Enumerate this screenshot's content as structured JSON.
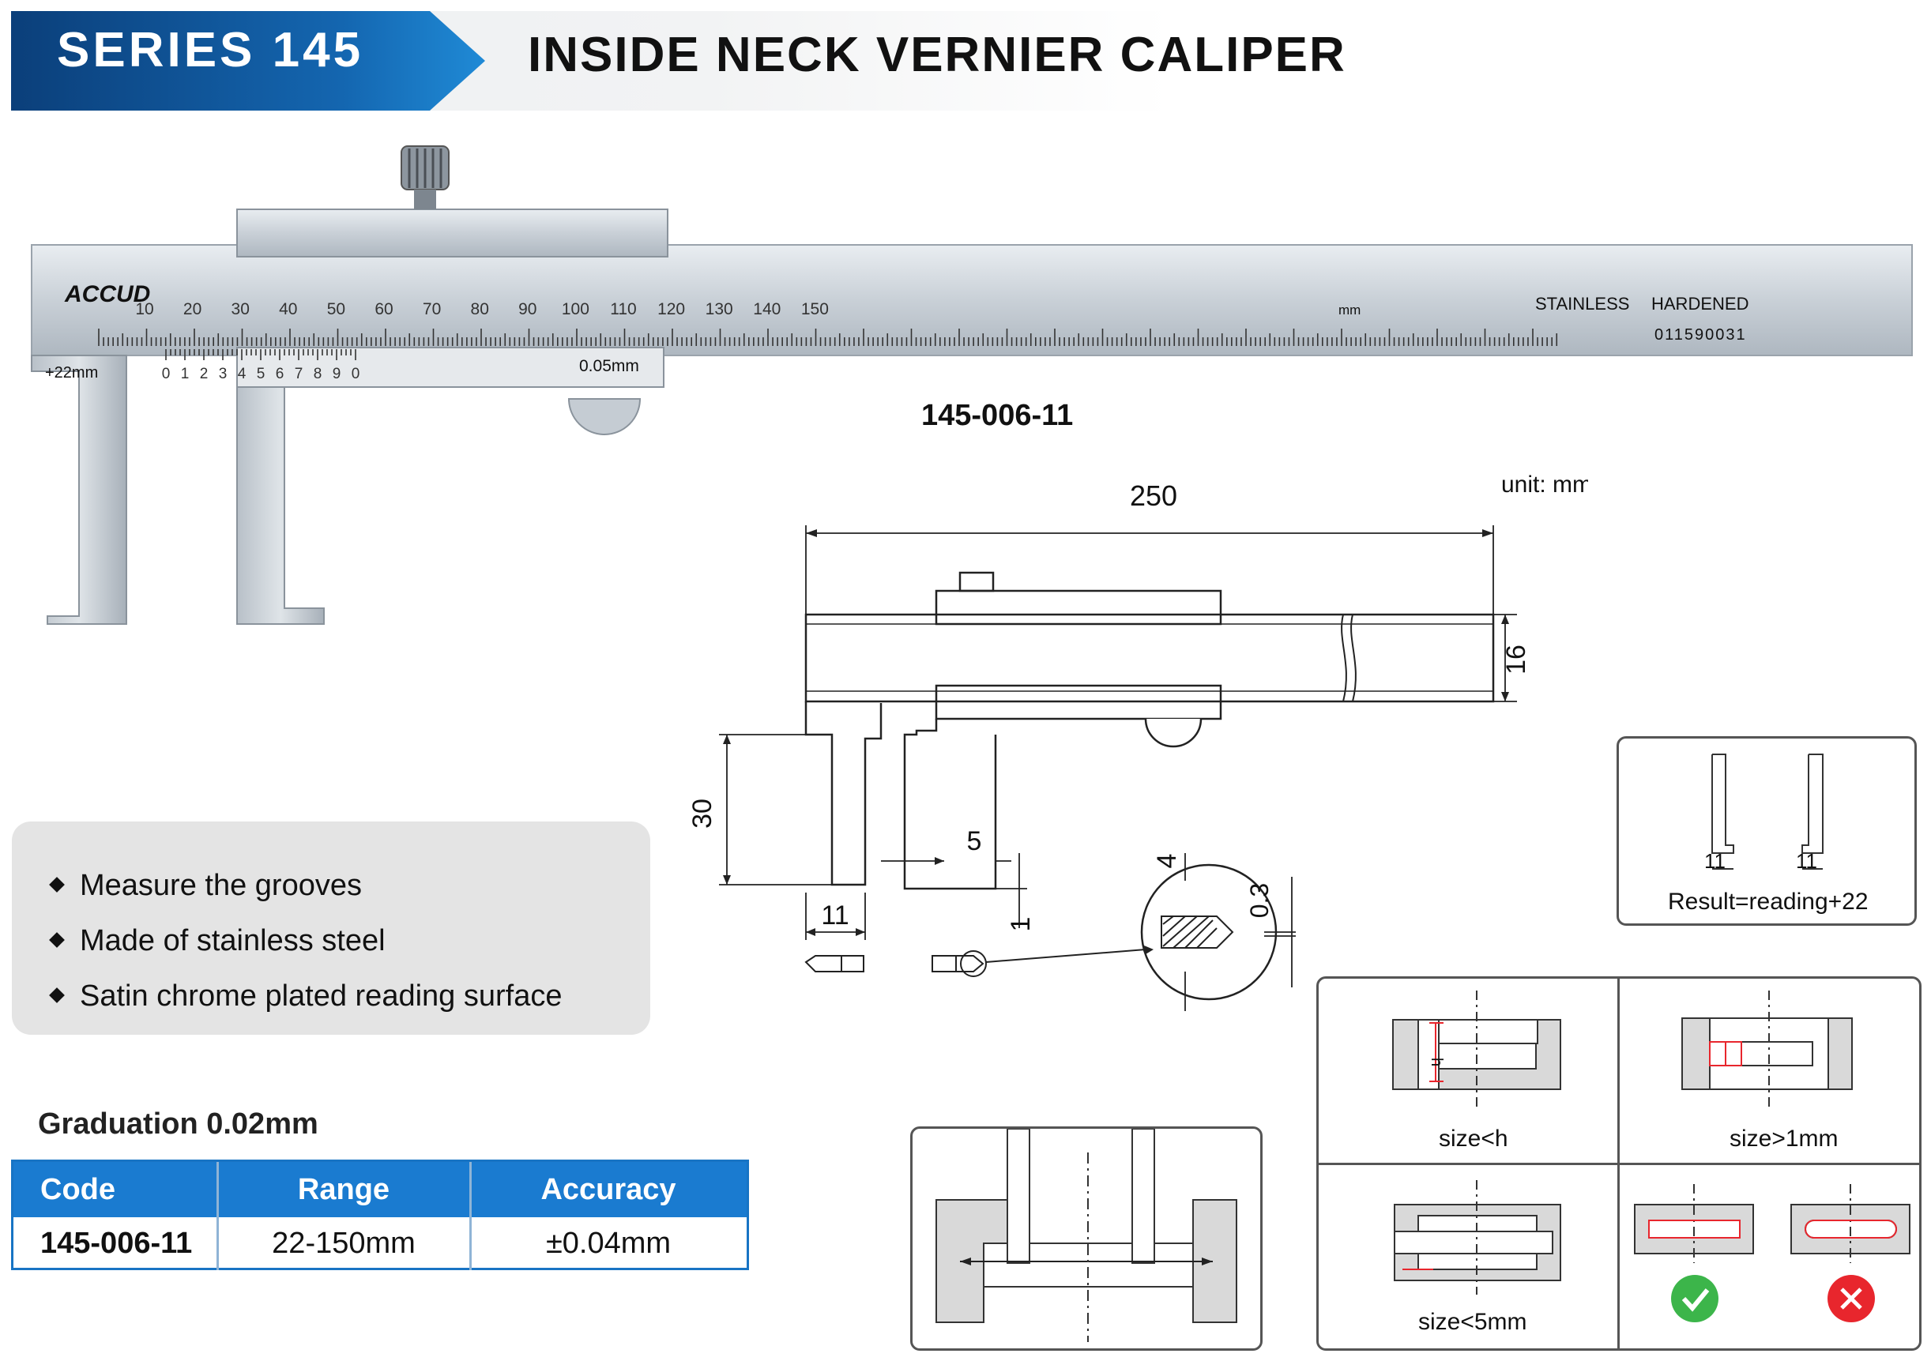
{
  "header": {
    "series": "SERIES 145",
    "title": "INSIDE NECK VERNIER CALIPER"
  },
  "photo": {
    "brand": "ACCUD",
    "main_scale_numbers": [
      "10",
      "20",
      "30",
      "40",
      "50",
      "60",
      "70",
      "80",
      "90",
      "100",
      "110",
      "120",
      "130",
      "140",
      "150"
    ],
    "unit": "mm",
    "stainless": "STAINLESS",
    "hardened": "HARDENED",
    "serial": "011590031",
    "offset": "+22mm",
    "vernier_numbers": [
      "0",
      "1",
      "2",
      "3",
      "4",
      "5",
      "6",
      "7",
      "8",
      "9",
      "0"
    ],
    "vernier_resolution": "0.05mm"
  },
  "model_code": "145-006-11",
  "features": [
    "Measure the grooves",
    "Made of stainless steel",
    "Satin chrome plated reading surface"
  ],
  "graduation": "Graduation 0.02mm",
  "table": {
    "headers": [
      "Code",
      "Range",
      "Accuracy"
    ],
    "row": [
      "145-006-11",
      "22-150mm",
      "±0.04mm"
    ]
  },
  "drawing": {
    "unit": "unit: mm",
    "length": "250",
    "height": "16",
    "jaw_depth": "30",
    "jaw_width": "11",
    "tip_5": "5",
    "tip_1": "1",
    "tip_4": "4",
    "tip_03": "0.3"
  },
  "result_box": {
    "dim_left": "11",
    "dim_right": "11",
    "caption": "Result=reading+22"
  },
  "usage": {
    "captions": [
      "size<h",
      "size>1mm",
      "size<5mm"
    ],
    "h_label": "h"
  },
  "colors": {
    "brand_blue": "#1a7bd0",
    "ok_green": "#3cb54a",
    "bad_red": "#e8262d",
    "annotation_red": "#e8262d"
  }
}
